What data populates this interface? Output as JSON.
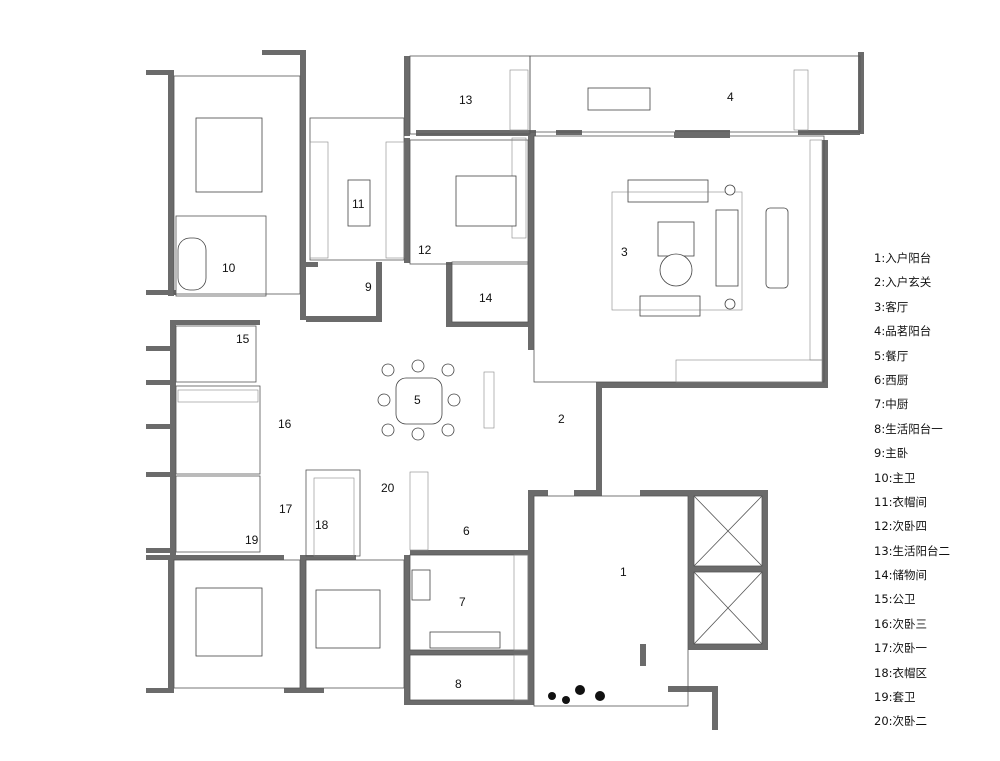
{
  "rooms": [
    {
      "num": "1",
      "name": "入户阳台"
    },
    {
      "num": "2",
      "name": "入户玄关"
    },
    {
      "num": "3",
      "name": "客厅"
    },
    {
      "num": "4",
      "name": "品茗阳台"
    },
    {
      "num": "5",
      "name": "餐厅"
    },
    {
      "num": "6",
      "name": "西厨"
    },
    {
      "num": "7",
      "name": "中厨"
    },
    {
      "num": "8",
      "name": "生活阳台一"
    },
    {
      "num": "9",
      "name": "主卧"
    },
    {
      "num": "10",
      "name": "主卫"
    },
    {
      "num": "11",
      "name": "衣帽间"
    },
    {
      "num": "12",
      "name": "次卧四"
    },
    {
      "num": "13",
      "name": "生活阳台二"
    },
    {
      "num": "14",
      "name": "储物间"
    },
    {
      "num": "15",
      "name": "公卫"
    },
    {
      "num": "16",
      "name": "次卧三"
    },
    {
      "num": "17",
      "name": "次卧一"
    },
    {
      "num": "18",
      "name": "衣帽区"
    },
    {
      "num": "19",
      "name": "套卫"
    },
    {
      "num": "20",
      "name": "次卧二"
    }
  ],
  "legend_format": "{num}:{name}"
}
